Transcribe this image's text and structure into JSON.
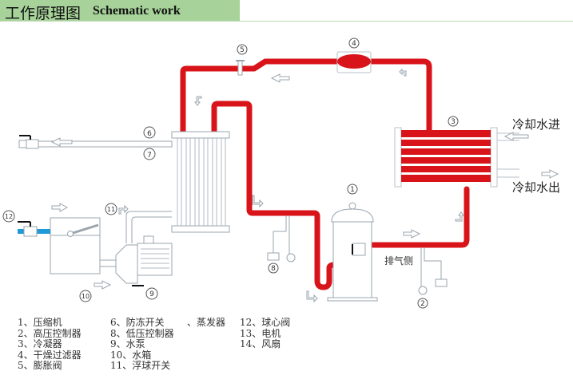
{
  "header": {
    "title_zh": "工作原理图",
    "title_en": "Schematic work",
    "background_color": "#a7d39a"
  },
  "colors": {
    "refrigerant_pipe": "#d8141a",
    "water_inlet_pipe": "#1f9ad6",
    "outline": "#9aa4ad"
  },
  "labels": {
    "cooling_water_in": "冷却水进",
    "cooling_water_out": "冷却水出",
    "discharge_side": "排气侧"
  },
  "markers": [
    "1",
    "2",
    "3",
    "4",
    "5",
    "6",
    "7",
    "8",
    "9",
    "10",
    "11",
    "12"
  ],
  "legend": {
    "col1": [
      "1、压缩机",
      "2、高压控制器",
      "3、冷凝器",
      "4、干燥过滤器",
      "5、膨胀阀"
    ],
    "col2": [
      "6、防冻开关",
      "8、低压控制器",
      "9、水泵",
      "10、水箱",
      "11、浮球开关"
    ],
    "col3": [
      "、蒸发器"
    ],
    "col4": [
      "12、球心阀",
      "13、电机",
      "14、风扇"
    ]
  }
}
